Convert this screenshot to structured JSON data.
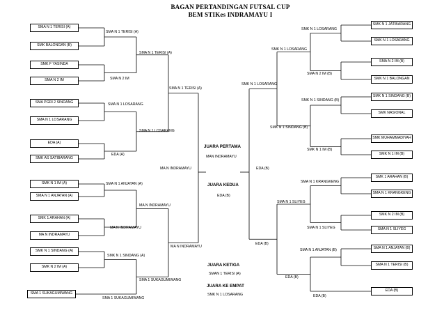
{
  "title": {
    "line1": "BAGAN PERTANDINGAN FUTSAL CUP",
    "line2": "BEM STIKes INDRAMAYU I"
  },
  "teams": {
    "l1": "SMA N 1 TERISI (A)",
    "l2": "SMK BALONGAN (B)",
    "l3": "SMK F YASINDA",
    "l4": "SMA N 2 IM",
    "l5": "SMA PGRI 2 SINDANG",
    "l6": "SMA N 1 LOSARANG",
    "l7": "EDA (A)",
    "l8": "SMK AS SATIBARANG",
    "l9": "SMK N 1 IM (A)",
    "l10": "SMA N 1 ANJATAN (A)",
    "l11": "SMK 1 ARAHAN (A)",
    "l12": "MA N INDRAMAYU",
    "l13": "SMK N 1 SINDANG (A)",
    "l14": "SMK N 2 IM (A)",
    "l15": "SMA 1 SUKAGUMIWANG",
    "r1": "SMK N 1 JATIBARANG",
    "r2": "SMK N 1 LOSARANG",
    "r3": "SMA N 2 IM (B)",
    "r4": "SMK N 1 BALONGAN",
    "r5": "SMK N 1 SINDANG (B)",
    "r6": "SMK NASIONAL",
    "r7": "SMK MUHAMMADIYAH",
    "r8": "SMK N 1 IM (B)",
    "r9": "SMK 1 ARAHAN (B)",
    "r10": "SMA N 1 KRANGKENG",
    "r11": "SMK N 2 IM (B)",
    "r12": "SMA N 1 SLIYEG",
    "r13": "SMA N 1 ANJATAN (B)",
    "r14": "SMA N 1 TERISI (B)",
    "r15": "EDA (B)"
  },
  "winners": {
    "lA": "SMA N 1 TERISI (A)",
    "lB": "SMA N 2 IM",
    "lC": "SMA N 1 LOSARANG",
    "lD": "EDA (A)",
    "lE": "SMA N 1 ANJATAN (A)",
    "lF": "MA N INDRAMAYU",
    "lG": "SMK N 1 SINDANG (A)",
    "lH": "SMA 1 SUKAGUMIWANG",
    "lI": "SMA N 1 TERISI (A)",
    "lJ": "SMA N 1 LOSARANG",
    "lK": "MA N INDRAMAYU",
    "lL": "SMA 1 SUKAGUMIWANG",
    "lM": "SMA N 1 TERISI (A)",
    "lN": "MA N INDRAMAYU",
    "lFinal": "MA N INDRAMAYU",
    "rA": "SMK N 1 LOSARANG",
    "rB": "SMA N 2 IM (B)",
    "rC": "SMK N 1 SINDANG (B)",
    "rD": "SMK N 1 IM (B)",
    "rE": "SMA N 1 KRANGKENG",
    "rF": "SMA N 1 SLIYEG",
    "rG": "SMA N 1 ANJATAN (B)",
    "rH": "EDA (B)",
    "rI": "SMK N 1 LOSARANG",
    "rJ": "SMK N 1 SINDANG (B)",
    "rK": "SMA N 1 SLIYEG",
    "rL": "EDA (B)",
    "rM": "SMK N 1 LOSARANG",
    "rN": "EDA (B)",
    "rFinal": "EDA (B)"
  },
  "champions": {
    "first_heading": "JUARA PERTAMA",
    "first": "MAN INDRAMAYU",
    "second_heading": "JUARA KEDUA",
    "second": "EDA (B)",
    "third_heading": "JUARA KETIGA",
    "third": "SMAN 1 TERISI (A)",
    "fourth_heading": "JUARA KE EMPAT",
    "fourth": "SMK N 1 LOSARANG"
  }
}
